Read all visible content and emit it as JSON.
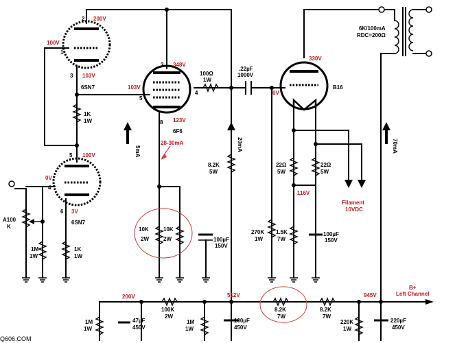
{
  "tubes": {
    "v1": {
      "pin_top": "2",
      "pin_grid": "1",
      "pin_cath": "3",
      "plate_v": "200V",
      "grid_v": "100V",
      "cath_v": "103V"
    },
    "v2": {
      "pin_top": "5",
      "pin_grid": "4",
      "pin_cath": "6",
      "plate_v": "100V",
      "grid_v": "0V",
      "cath_v": "3V",
      "name": "6SN7"
    },
    "v1_name": "6SN7",
    "v3": {
      "pin_plate": "3",
      "pin_grid": "5",
      "pin_cath": "8",
      "pin_screen": "4",
      "plate_v": "348V",
      "grid_v": "103V",
      "cath_v": "123V",
      "name": "6F6"
    },
    "v4": {
      "plate_v": "330V",
      "grid_v": "0V",
      "name": "B16"
    }
  },
  "components": {
    "r_1k_a": {
      "value": "1K",
      "rating": "1W"
    },
    "r_100": {
      "value": "100Ω",
      "rating": "1W"
    },
    "c_022": {
      "value": ".22µF",
      "rating": "1000V"
    },
    "r_82k_a": {
      "value": "8.2K",
      "rating": "5W"
    },
    "r_270k": {
      "value": "270K",
      "rating": "1W"
    },
    "r_15k": {
      "value": "1.5K",
      "rating": "7W"
    },
    "r_22a": {
      "value": "22Ω",
      "rating": "5W"
    },
    "r_22b": {
      "value": "22Ω",
      "rating": "5W"
    },
    "c_100_b": {
      "value": "100µF",
      "rating": "150V"
    },
    "r_10k_a": {
      "value": "10K",
      "rating": "2W"
    },
    "r_10k_b": {
      "value": "10K",
      "rating": "2W"
    },
    "c_100_a": {
      "value": "100µF",
      "rating": "150V"
    },
    "pot": {
      "value": "A100",
      "rating": "K"
    },
    "r_1m_a": {
      "value": "1M",
      "rating": "1W"
    },
    "r_1k_b": {
      "value": "1K",
      "rating": "1W"
    },
    "r_1m_b": {
      "value": "1M",
      "rating": "1W"
    },
    "c_47": {
      "value": "47µF",
      "rating": "450V"
    },
    "r_100k": {
      "value": "100K",
      "rating": "2W"
    },
    "r_1m_c": {
      "value": "1M",
      "rating": "1W"
    },
    "c_100_c": {
      "value": "100µF",
      "rating": "450V"
    },
    "r_82k_b": {
      "value": "8.2K",
      "rating": "7W"
    },
    "r_82k_c": {
      "value": "8.2K",
      "rating": "7W"
    },
    "r_220k": {
      "value": "220K",
      "rating": "1W"
    },
    "c_220": {
      "value": "220µF",
      "rating": "450V"
    }
  },
  "transformer": {
    "line1": "6K/100mA",
    "line2": "RDC=200Ω"
  },
  "labels": {
    "ma_node": "28-30mA",
    "filament_1": "Filament",
    "filament_2": "10VDC",
    "node_116": "116V",
    "current_1": "5mA",
    "current_2": "20mA",
    "current_3": "70mA",
    "rail_200": "200V",
    "rail_512": "512V",
    "rail_945": "945V",
    "bplus_1": "B+",
    "bplus_2": "Left Channel",
    "watermark": "Q606.COM"
  }
}
